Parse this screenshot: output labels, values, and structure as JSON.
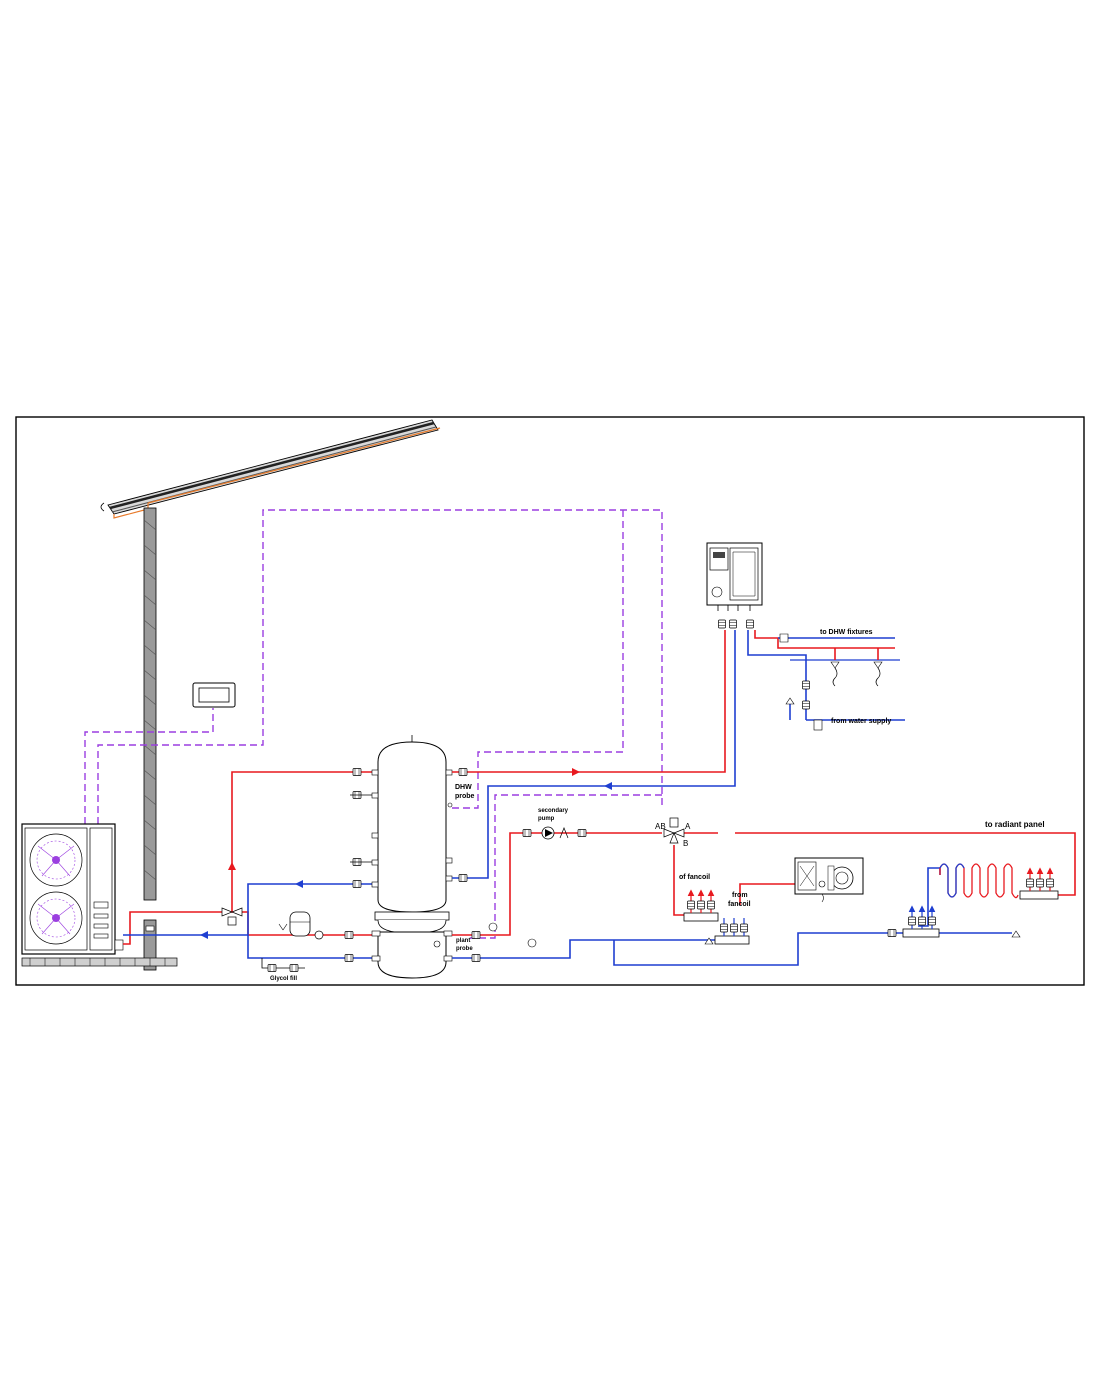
{
  "labels": {
    "dhw_fixtures": "to DHW fixtures",
    "water_supply": "from water supply",
    "dhw_probe_line1": "DHW",
    "dhw_probe_line2": "probe",
    "secondary_pump_line1": "secondary",
    "secondary_pump_line2": "pump",
    "radiant_panel": "to radiant panel",
    "to_fancoil": "of fancoil",
    "from_fancoil_line1": "from",
    "from_fancoil_line2": "fancoil",
    "plant_probe_line1": "plant",
    "plant_probe_line2": "probe",
    "glycol_fill": "Glycol fill",
    "port_ab": "AB",
    "port_a": "A",
    "port_b": "B"
  },
  "icons": {
    "heat_pump": "heat-pump-outdoor-unit",
    "solar": "solar-panel",
    "controller": "wall-controller",
    "boiler": "wall-hung-boiler",
    "tank": "storage-tank",
    "fancoil": "fancoil-unit"
  },
  "colors": {
    "hot_pipe": "#e8191f",
    "cold_pipe": "#1f3fd1",
    "control_wire": "#9b3fe0",
    "solar_pipe": "#e87a2a"
  }
}
